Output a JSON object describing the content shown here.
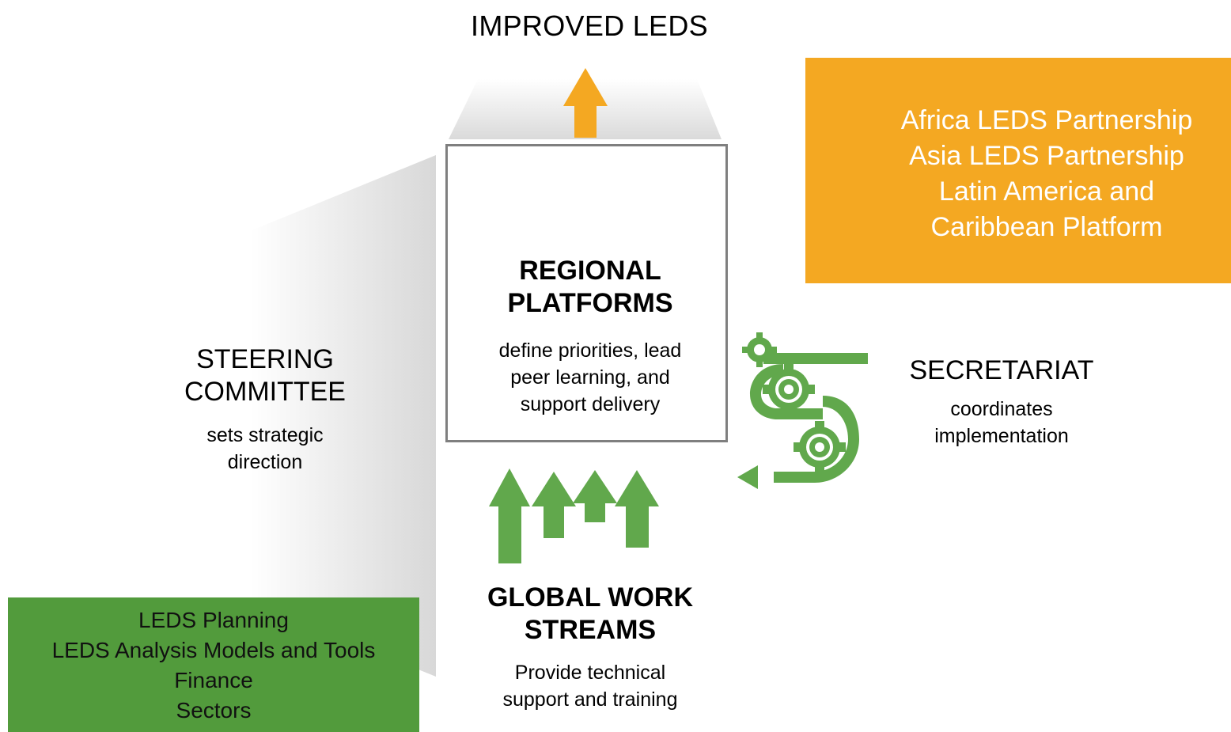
{
  "diagram": {
    "top_title": "IMPROVED LEDS",
    "regional_platforms": {
      "title_line1": "REGIONAL",
      "title_line2": "PLATFORMS",
      "desc_line1": "define priorities, lead",
      "desc_line2": "peer learning, and",
      "desc_line3": "support delivery"
    },
    "regional_list": [
      "Africa LEDS Partnership",
      "Asia LEDS Partnership",
      "Latin America and",
      "Caribbean Platform"
    ],
    "steering_committee": {
      "title_line1": "STEERING",
      "title_line2": "COMMITTEE",
      "desc_line1": "sets strategic",
      "desc_line2": "direction"
    },
    "secretariat": {
      "title": "SECRETARIAT",
      "desc_line1": "coordinates",
      "desc_line2": "implementation"
    },
    "global_work_streams": {
      "title_line1": "GLOBAL WORK",
      "title_line2": "STREAMS",
      "desc_line1": "Provide technical",
      "desc_line2": "support and training"
    },
    "work_streams_list": [
      "LEDS Planning",
      "LEDS Analysis Models and Tools",
      "Finance",
      "Sectors"
    ]
  },
  "colors": {
    "orange": "#f4a822",
    "green": "#529b3c",
    "box_border": "#7f7f7f",
    "white": "#ffffff"
  },
  "icons": {
    "world_map": "world-map-icon",
    "gears": "gears-icon",
    "up_arrow": "up-arrow-icon",
    "up_arrows_group": "up-arrows-group-icon",
    "return_arrow": "return-arrow-icon"
  }
}
